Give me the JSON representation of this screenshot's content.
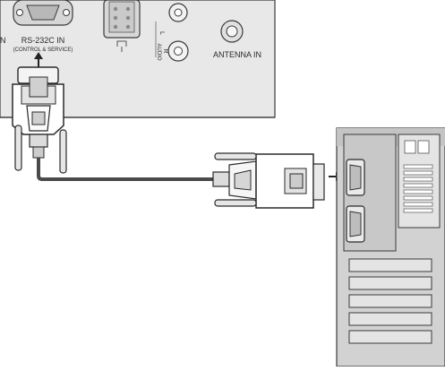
{
  "tv_panel": {
    "rs232_label": "RS-232C IN",
    "rs232_sublabel": "(CONTROL & SERVICE)",
    "audio_label": "AUDIO",
    "audio_left": "L",
    "audio_right": "R",
    "antenna_label": "ANTENNA IN"
  },
  "icons": [
    "arrow-up-icon",
    "arrow-right-icon",
    "headphone-symbol-icon",
    "antenna-jack-icon"
  ],
  "colors": {
    "panel": "#e6e6e6",
    "outline": "#3a3a3a",
    "cable": "#4a4a4a",
    "pc_body": "#d0d0d0"
  }
}
